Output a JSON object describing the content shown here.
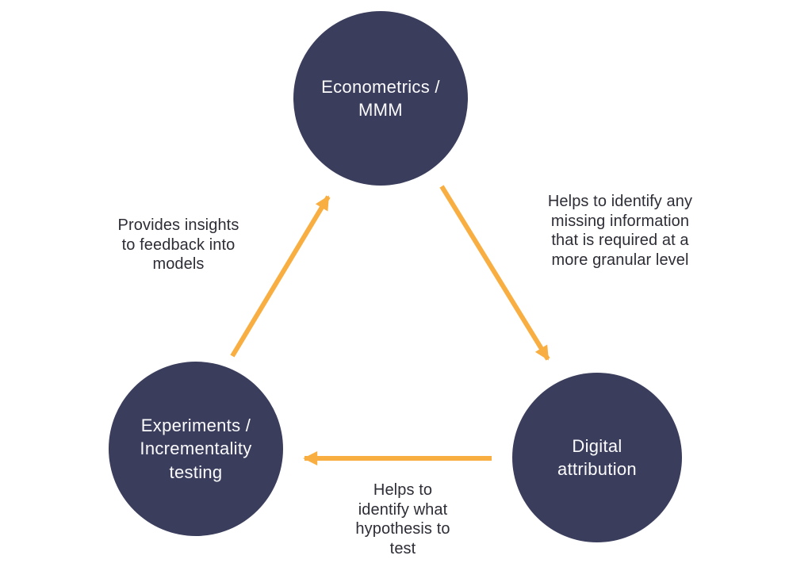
{
  "diagram": {
    "title": "",
    "nodes": [
      {
        "id": "econometrics",
        "label": "Econometrics /\nMMM"
      },
      {
        "id": "experiments",
        "label": "Experiments /\nIncrementality\ntesting"
      },
      {
        "id": "attribution",
        "label": "Digital\nattribution"
      }
    ],
    "edges": [
      {
        "from": "experiments",
        "to": "econometrics",
        "caption": "Provides insights\nto feedback into\nmodels"
      },
      {
        "from": "econometrics",
        "to": "attribution",
        "caption": "Helps to identify any\nmissing information\nthat is required at a\nmore granular level"
      },
      {
        "from": "attribution",
        "to": "experiments",
        "caption": "Helps to\nidentify what\nhypothesis to\ntest"
      }
    ]
  },
  "colors": {
    "background": "#ffffff",
    "node_fill": "#3a3e5c",
    "node_text": "#fbfbfd",
    "arrow": "#f9ae42",
    "caption_text": "#2d2d36"
  }
}
